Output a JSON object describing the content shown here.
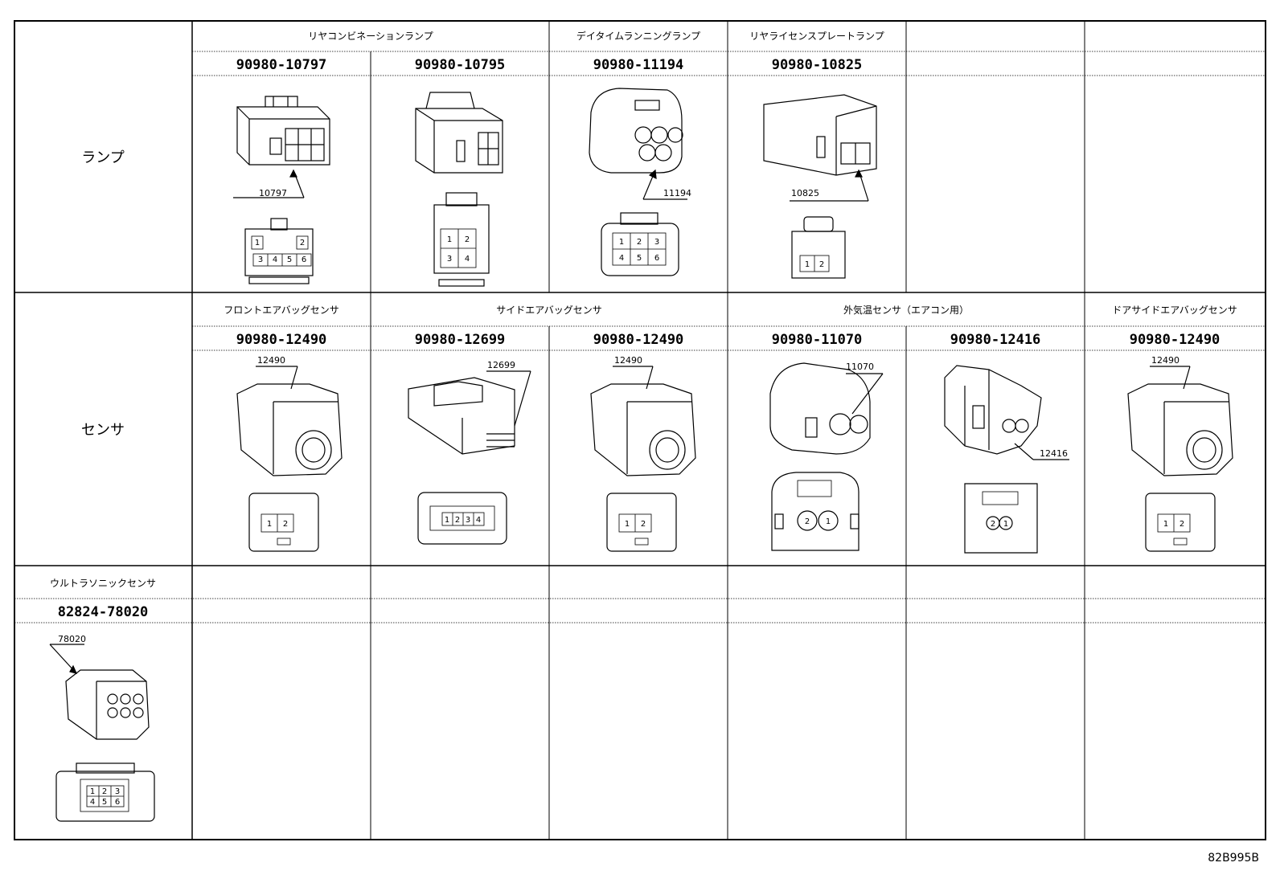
{
  "rows": [
    {
      "category": "ランプ",
      "groups": [
        "リヤコンビネーションランプ",
        "デイタイムランニングランプ",
        "リヤライセンスプレートランプ"
      ],
      "parts": [
        {
          "part_number": "90980-10797",
          "callout": "10797",
          "pins": [
            "1",
            "2",
            "3",
            "4",
            "5",
            "6"
          ]
        },
        {
          "part_number": "90980-10795",
          "callout": "",
          "pins": [
            "1",
            "2",
            "3",
            "4"
          ]
        },
        {
          "part_number": "90980-11194",
          "callout": "11194",
          "pins": [
            "1",
            "2",
            "3",
            "4",
            "5",
            "6"
          ]
        },
        {
          "part_number": "90980-10825",
          "callout": "10825",
          "pins": [
            "1",
            "2"
          ]
        }
      ]
    },
    {
      "category": "センサ",
      "groups": [
        "フロントエアバッグセンサ",
        "サイドエアバッグセンサ",
        "外気温センサ（エアコン用）",
        "ドアサイドエアバッグセンサ"
      ],
      "parts": [
        {
          "part_number": "90980-12490",
          "callout": "12490",
          "pins": [
            "1",
            "2"
          ]
        },
        {
          "part_number": "90980-12699",
          "callout": "12699",
          "pins": [
            "1",
            "2",
            "3",
            "4"
          ]
        },
        {
          "part_number": "90980-12490",
          "callout": "12490",
          "pins": [
            "1",
            "2"
          ]
        },
        {
          "part_number": "90980-11070",
          "callout": "11070",
          "pins": [
            "2",
            "1"
          ]
        },
        {
          "part_number": "90980-12416",
          "callout": "12416",
          "pins": [
            "2",
            "1"
          ]
        },
        {
          "part_number": "90980-12490",
          "callout": "12490",
          "pins": [
            "1",
            "2"
          ]
        }
      ]
    },
    {
      "category": "",
      "groups": [
        "ウルトラソニックセンサ"
      ],
      "parts": [
        {
          "part_number": "82824-78020",
          "callout": "78020",
          "pins": [
            "1",
            "2",
            "3",
            "4",
            "5",
            "6"
          ]
        }
      ]
    }
  ],
  "document_id": "82B995B"
}
